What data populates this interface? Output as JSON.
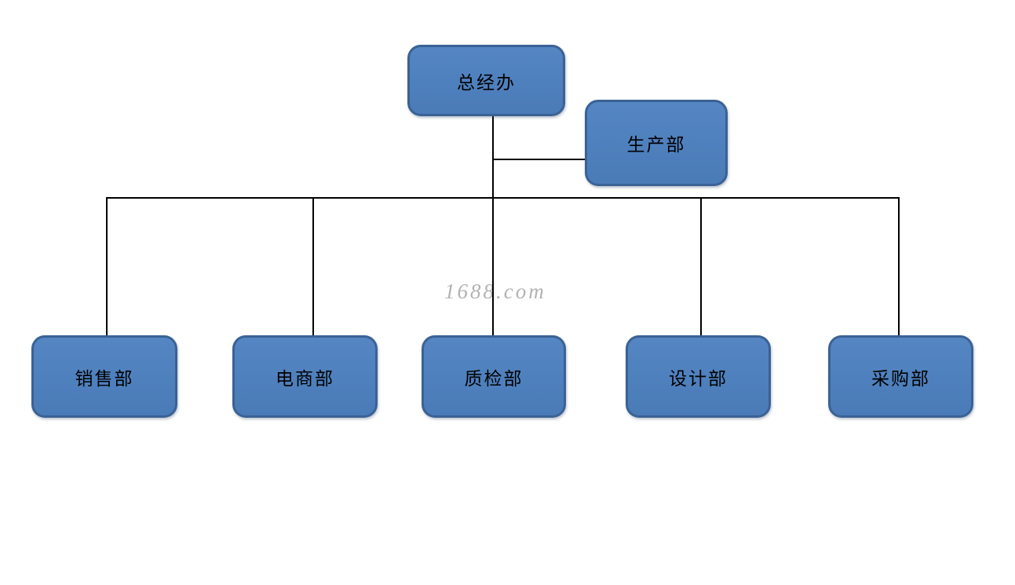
{
  "diagram": {
    "type": "org-chart",
    "watermark": "1688.com",
    "colors": {
      "background": "#ffffff",
      "node_fill": "#4e80bd",
      "node_border": "#3a6295",
      "label_text": "#000000",
      "connector": "#000000",
      "watermark_text": "#999999"
    },
    "nodes": {
      "gm": {
        "label": "总经办",
        "role": "root"
      },
      "production": {
        "label": "生产部"
      },
      "sales": {
        "label": "销售部"
      },
      "ecommerce": {
        "label": "电商部"
      },
      "quality": {
        "label": "质检部"
      },
      "design": {
        "label": "设计部"
      },
      "purchasing": {
        "label": "采购部"
      }
    },
    "edges": [
      {
        "from": "总经办",
        "to": "生产部"
      },
      {
        "from": "总经办",
        "to": "销售部"
      },
      {
        "from": "总经办",
        "to": "电商部"
      },
      {
        "from": "总经办",
        "to": "质检部"
      },
      {
        "from": "总经办",
        "to": "设计部"
      },
      {
        "from": "总经办",
        "to": "采购部"
      }
    ]
  }
}
